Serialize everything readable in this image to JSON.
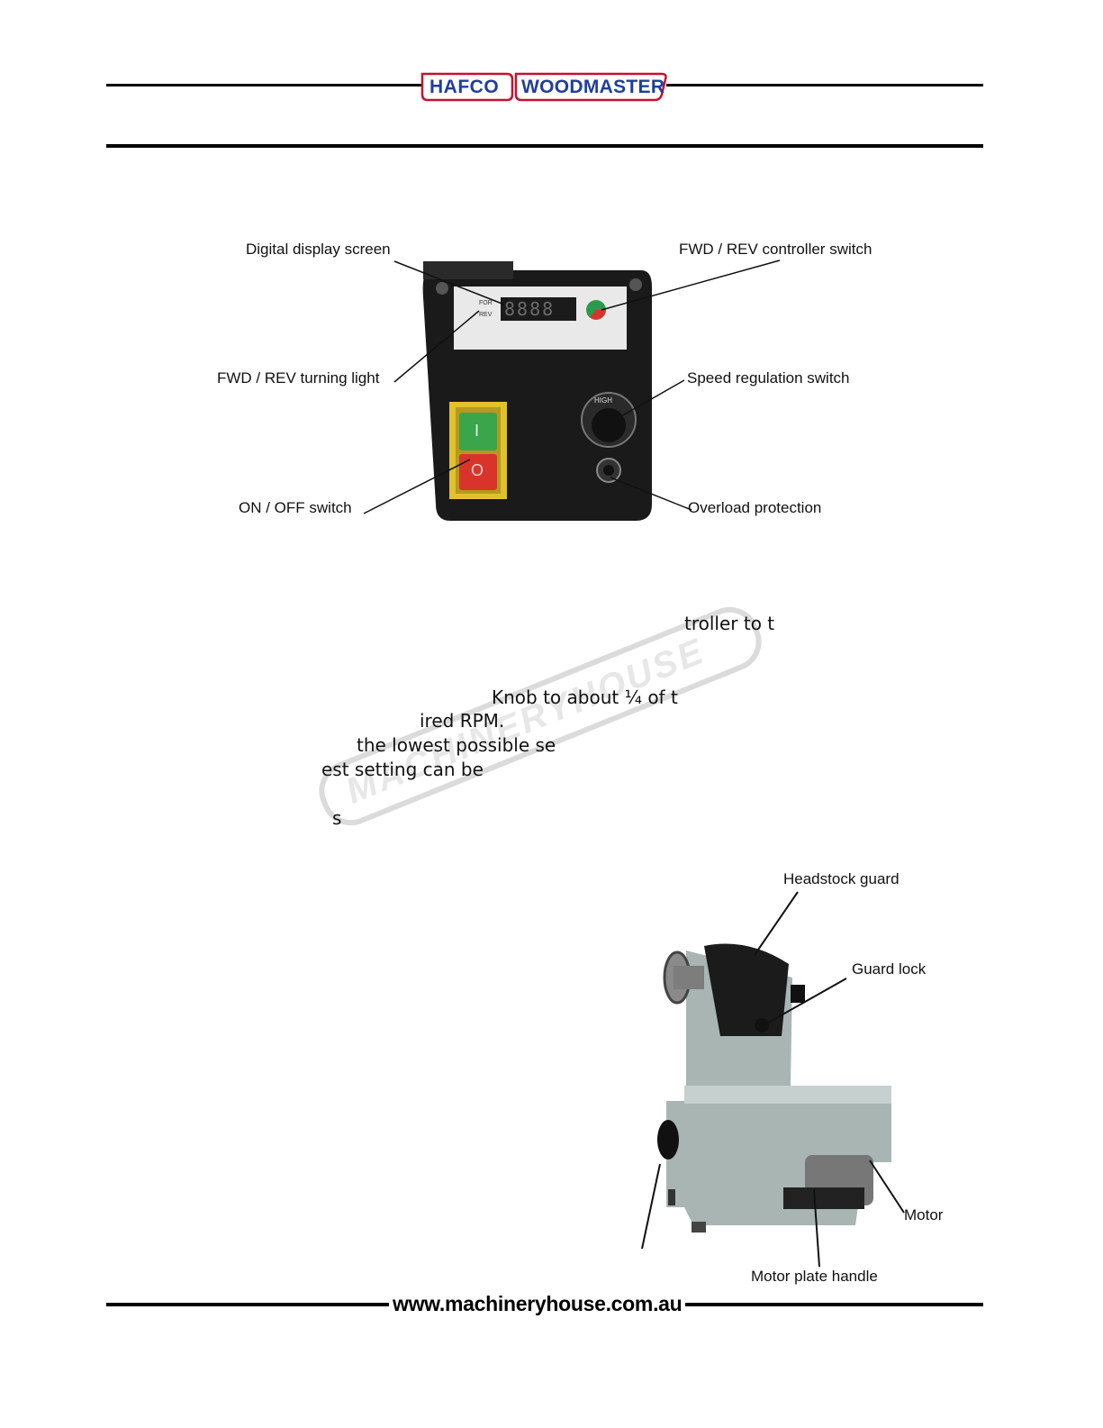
{
  "header": {
    "logo_left": "HAFCO",
    "logo_right": "WOODMASTER"
  },
  "figure1": {
    "labels": {
      "display": "Digital display screen",
      "fwd_rev_switch": "FWD / REV controller switch",
      "turning_light": "FWD / REV turning light",
      "speed_switch": "Speed regulation switch",
      "on_off": "ON / OFF switch",
      "overload": "Overload protection"
    },
    "panel": {
      "display_digits": "8888",
      "fwd_text": "FOR",
      "rev_text": "REV",
      "knob_text": "HIGH",
      "on_symbol": "I",
      "off_symbol": "O"
    }
  },
  "text_fragments": {
    "f1": "troller to t",
    "f2": "Knob to about ¼ of t",
    "f3": "ired RPM.",
    "f4": "the lowest possible se",
    "f5": "est setting can be",
    "f6": "s"
  },
  "watermark": "MACHINERYHOUSE",
  "figure2": {
    "labels": {
      "headstock_guard": "Headstock guard",
      "guard_lock": "Guard lock",
      "motor": "Motor",
      "motor_plate_handle": "Motor plate handle"
    }
  },
  "footer": {
    "url": "www.machineryhouse.com.au"
  },
  "colors": {
    "brand_red": "#c8102e",
    "brand_blue": "#1f3f99",
    "lathe_body": "#a8b5b3"
  }
}
